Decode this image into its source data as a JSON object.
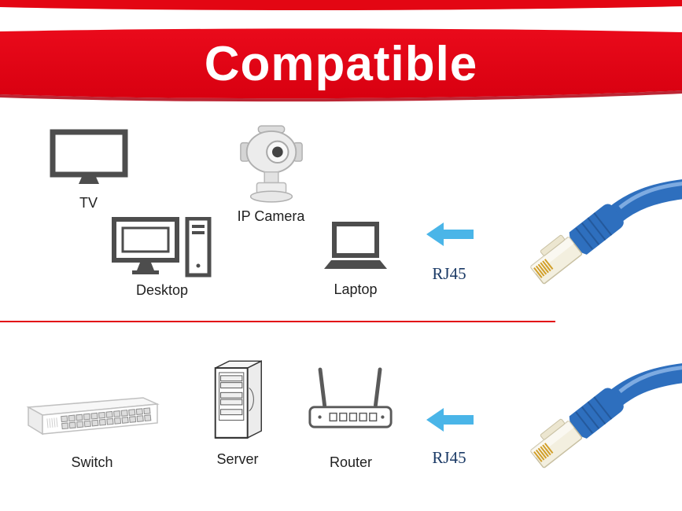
{
  "banner": {
    "title": "Compatible",
    "text_color": "#ffffff",
    "red": "#e30613",
    "dark_red": "#b00010"
  },
  "top_row": {
    "devices": [
      {
        "label": "TV",
        "icon": "tv-icon"
      },
      {
        "label": "IP Camera",
        "icon": "ip-camera-icon"
      },
      {
        "label": "Desktop",
        "icon": "desktop-icon"
      },
      {
        "label": "Laptop",
        "icon": "laptop-icon"
      }
    ],
    "connector_label": "RJ45"
  },
  "bottom_row": {
    "devices": [
      {
        "label": "Switch",
        "icon": "switch-icon"
      },
      {
        "label": "Server",
        "icon": "server-icon"
      },
      {
        "label": "Router",
        "icon": "router-icon"
      }
    ],
    "connector_label": "RJ45"
  },
  "colors": {
    "arrow_blue": "#4ab5e8",
    "cable_blue": "#2e6fbe",
    "cable_highlight": "#8cb6e8",
    "connector_body": "#f3efdf",
    "connector_pins_gold": "#d19f2a",
    "rj45_text": "#1b3a66",
    "divider_red": "#e30613",
    "icon_gray": "#4d4d4d"
  }
}
